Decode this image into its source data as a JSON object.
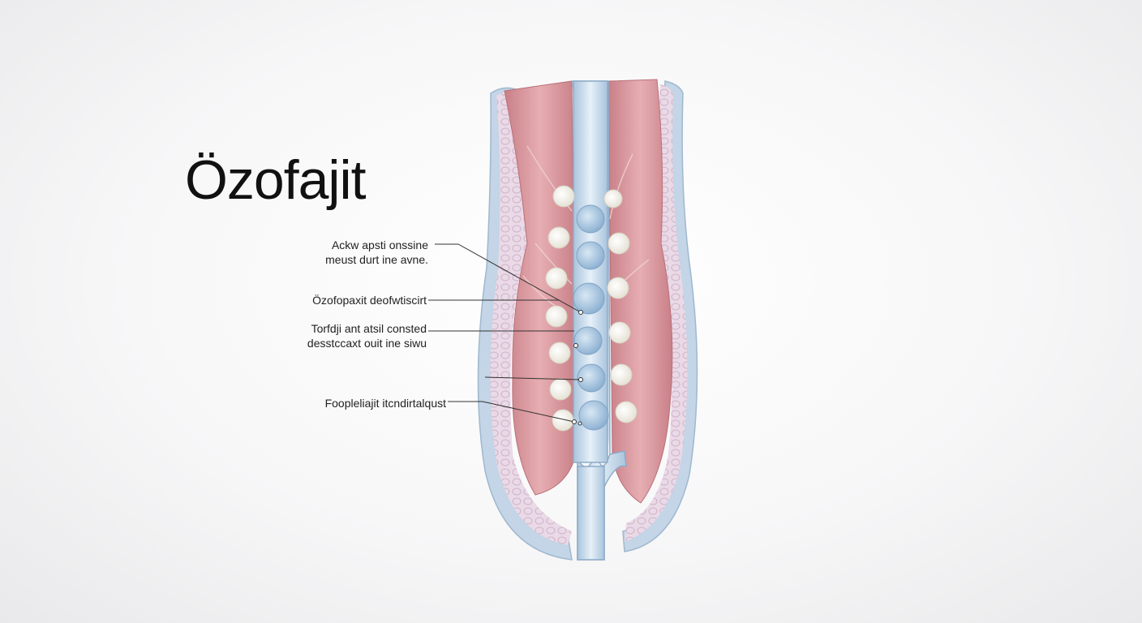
{
  "diagram": {
    "title": "Özofajit",
    "labels": [
      {
        "line1": "Ackw apsti onssine",
        "line2": "meust durt ine avne."
      },
      {
        "line1": "Özofopaxit deofwtiscirt",
        "line2": ""
      },
      {
        "line1": "Torfdji ant atsil consted",
        "line2": "desstccaxt ouit ine siwu"
      },
      {
        "line1": "Foopleliajit itcndirtalqust",
        "line2": ""
      }
    ]
  },
  "colors": {
    "mucosa": "#d99aa0",
    "submucosa_lilac": "#e6d4e2",
    "outer_wall_blue": "#b9cde0",
    "lumen_blue": "#c6daea",
    "nodule": "#f2efe6",
    "lumen_cell": "#9fbfdc"
  }
}
